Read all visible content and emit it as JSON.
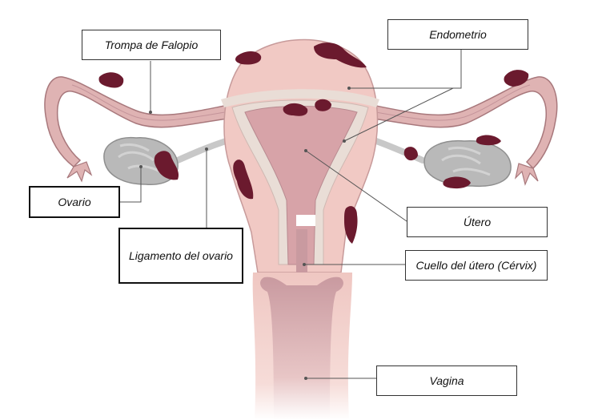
{
  "labels": {
    "fallopian_tube": "Trompa de Falopio",
    "endometrium": "Endometrio",
    "ovary": "Ovario",
    "ovarian_ligament": "Ligamento del ovario",
    "uterus": "Útero",
    "cervix": "Cuello del útero (Cérvix)",
    "vagina": "Vagina"
  },
  "colors": {
    "uterus_wall": "#f1c9c4",
    "uterus_inner": "#d7a3a8",
    "endometrium_band": "#e9ddd6",
    "tube": "#dfb3b3",
    "ovary": "#b9b9b9",
    "lesion": "#6b1a2e",
    "leader": "#555555"
  }
}
